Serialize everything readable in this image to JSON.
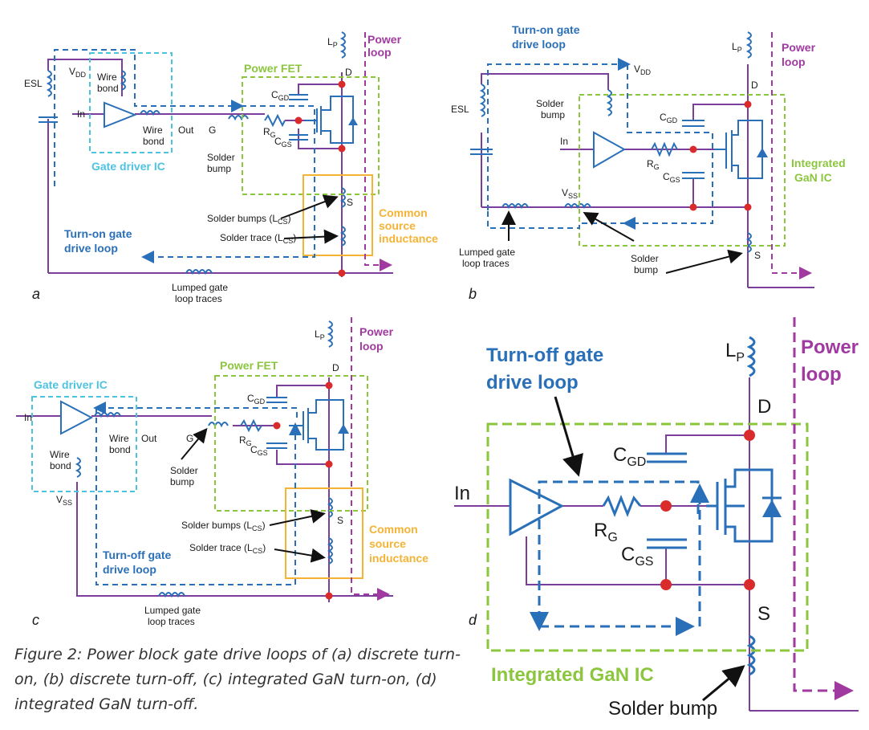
{
  "colors": {
    "wire": "#7b3f9b",
    "loop": "#2a70b8",
    "power": "#a03aa0",
    "green": "#8cc63f",
    "cyan": "#4ec3e0",
    "orange": "#f5b335",
    "node": "#d92b2b"
  },
  "panel_a": {
    "letter": "a",
    "esl": "ESL",
    "vdd": "V",
    "vdd_sub": "DD",
    "wire_bond1_l1": "Wire",
    "wire_bond1_l2": "bond",
    "wire_bond2_l1": "Wire",
    "wire_bond2_l2": "bond",
    "in": "In",
    "out": "Out",
    "g": "G",
    "solder_bump_l1": "Solder",
    "solder_bump_l2": "bump",
    "rg": "R",
    "rg_sub": "G",
    "cgd": "C",
    "cgd_sub": "GD",
    "cgs": "C",
    "cgs_sub": "GS",
    "lp": "L",
    "lp_sub": "P",
    "d": "D",
    "s": "S",
    "power_fet": "Power FET",
    "power_loop_l1": "Power",
    "power_loop_l2": "loop",
    "gate_driver": "Gate driver IC",
    "turn_on_l1": "Turn-on gate",
    "turn_on_l2": "drive loop",
    "solder_bumps_lcs": "Solder bumps (L",
    "solder_trace_lcs": "Solder trace (L",
    "lcs_sub": "CS",
    "csi_l1": "Common",
    "csi_l2": "source",
    "csi_l3": "inductance",
    "lumped_l1": "Lumped gate",
    "lumped_l2": "loop traces"
  },
  "panel_b": {
    "letter": "b",
    "turn_on_l1": "Turn-on gate",
    "turn_on_l2": "drive loop",
    "vdd": "V",
    "vdd_sub": "DD",
    "esl": "ESL",
    "solder_bump_l1": "Solder",
    "solder_bump_l2": "bump",
    "in": "In",
    "rg": "R",
    "rg_sub": "G",
    "cgd": "C",
    "cgd_sub": "GD",
    "cgs": "C",
    "cgs_sub": "GS",
    "lp": "L",
    "lp_sub": "P",
    "d": "D",
    "s": "S",
    "vss": "V",
    "vss_sub": "SS",
    "power_loop_l1": "Power",
    "power_loop_l2": "loop",
    "integrated_l1": "Integrated",
    "integrated_l2": "GaN IC",
    "lumped_l1": "Lumped gate",
    "lumped_l2": "loop traces",
    "bump2_l1": "Solder",
    "bump2_l2": "bump"
  },
  "panel_c": {
    "letter": "c",
    "gate_driver": "Gate driver IC",
    "in": "In",
    "wire_bond1_l1": "Wire",
    "wire_bond1_l2": "bond",
    "wire_bond2_l1": "Wire",
    "wire_bond2_l2": "bond",
    "out": "Out",
    "g": "G",
    "vss": "V",
    "vss_sub": "SS",
    "solder_bump_l1": "Solder",
    "solder_bump_l2": "bump",
    "rg": "R",
    "rg_sub": "G",
    "cgd": "C",
    "cgd_sub": "GD",
    "cgs": "C",
    "cgs_sub": "GS",
    "lp": "L",
    "lp_sub": "P",
    "d": "D",
    "s": "S",
    "power_fet": "Power FET",
    "power_loop_l1": "Power",
    "power_loop_l2": "loop",
    "turn_off_l1": "Turn-off gate",
    "turn_off_l2": "drive loop",
    "solder_bumps_lcs": "Solder bumps (L",
    "solder_trace_lcs": "Solder trace (L",
    "lcs_sub": "CS",
    "csi_l1": "Common",
    "csi_l2": "source",
    "csi_l3": "inductance",
    "lumped_l1": "Lumped gate",
    "lumped_l2": "loop traces"
  },
  "panel_d": {
    "letter": "d",
    "turn_off_l1": "Turn-off gate",
    "turn_off_l2": "drive loop",
    "in": "In",
    "rg": "R",
    "rg_sub": "G",
    "cgd": "C",
    "cgd_sub": "GD",
    "cgs": "C",
    "cgs_sub": "GS",
    "lp": "L",
    "lp_sub": "P",
    "d": "D",
    "s": "S",
    "power_loop_l1": "Power",
    "power_loop_l2": "loop",
    "integrated": "Integrated GaN IC",
    "solder_bump": "Solder bump"
  },
  "caption": "Figure 2: Power block gate drive loops of (a) discrete turn-on, (b) discrete turn-off, (c) integrated GaN turn-on, (d) integrated GaN turn-off."
}
